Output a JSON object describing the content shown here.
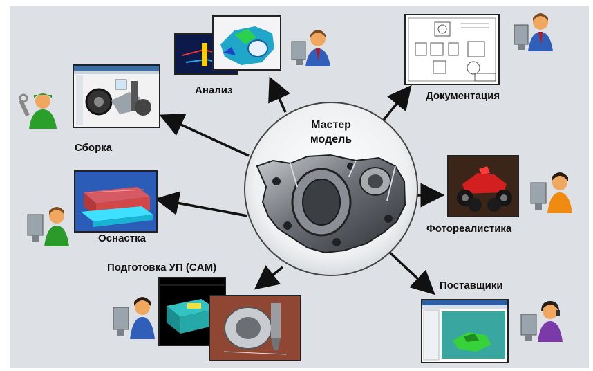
{
  "center": {
    "line1": "Мастер",
    "line2": "модель"
  },
  "nodes": {
    "analysis": "Анализ",
    "documentation": "Документация",
    "assembly": "Сборка",
    "tooling": "Оснастка",
    "photoreal": "Фотореалистика",
    "cam": "Подготовка УП (CAM)",
    "suppliers": "Поставщики"
  }
}
